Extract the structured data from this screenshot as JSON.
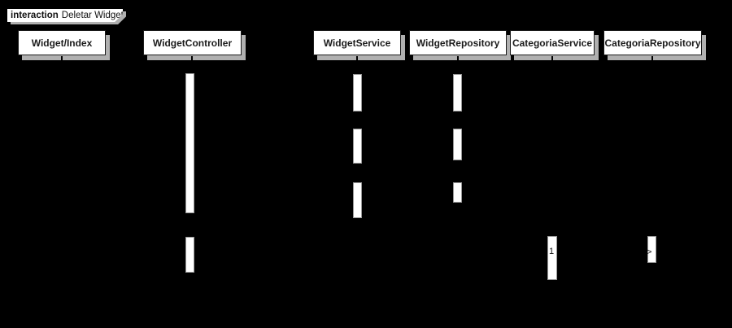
{
  "frame": {
    "keyword": "interaction",
    "title": "Deletar Widget"
  },
  "lifelines": [
    {
      "label": "Widget/Index"
    },
    {
      "label": "WidgetController"
    },
    {
      "label": "WidgetService"
    },
    {
      "label": "WidgetRepository"
    },
    {
      "label": "CategoriaService"
    },
    {
      "label": "CategoriaRepository"
    }
  ],
  "remnants": {
    "categoria_service_bar_glyph": "1",
    "categoria_repository_bar_glyph": ">"
  },
  "colors": {
    "background": "#000000",
    "box_fill": "#ffffff",
    "box_border": "#1a1a1a",
    "shadow": "#b0b0b0",
    "bar_border": "#999999",
    "text": "#111111"
  }
}
